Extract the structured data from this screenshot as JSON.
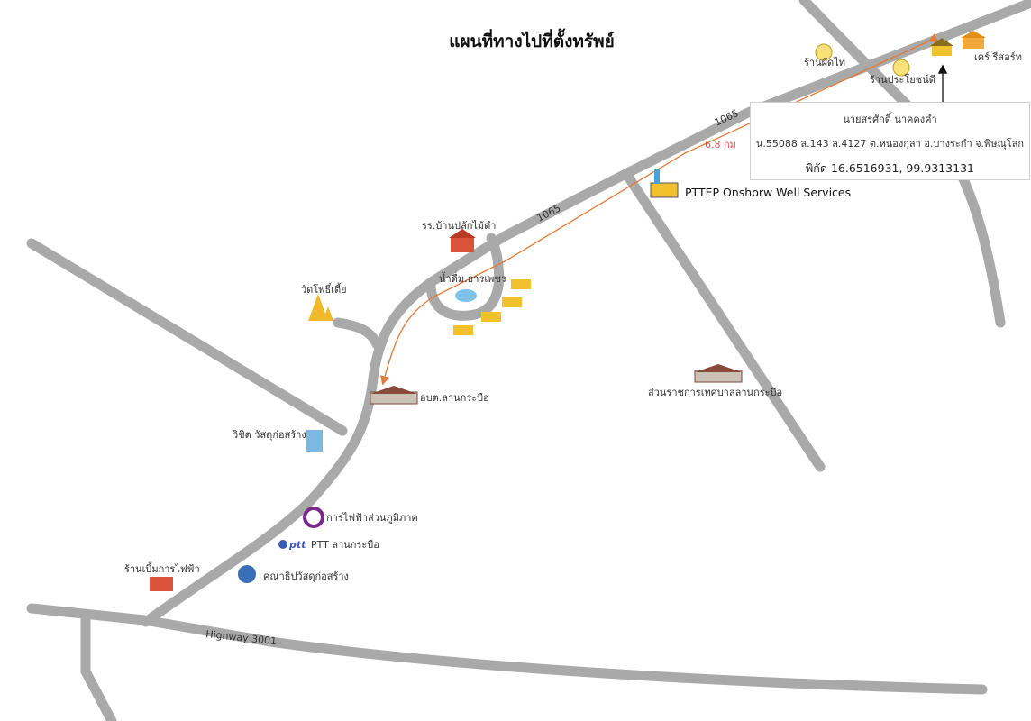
{
  "title": "แผนที่ทางไปที่ตั้งทรัพย์",
  "roads": {
    "r1065_a": "1065",
    "r1065_b": "1065",
    "highway": "Highway 3001"
  },
  "route": {
    "distance": "6.8 กม",
    "color": "#e07b39"
  },
  "colors": {
    "road": "#a9a9a9",
    "icon_yellow": "#f2c12e"
  },
  "property": {
    "owner": "นายสรศักดิ์ นาคคงคำ",
    "deed": "น.55088 ล.143 ล.4127 ต.หนองกุลา อ.บางระกำ จ.พิษณุโลก",
    "coord_label": "พิกัด",
    "coordinates": "16.6516931, 99.9313131"
  },
  "landmarks": {
    "padthai": "ร้านผัดไท",
    "prayot": "ร้านประโยชน์ดี",
    "resort": "เคร์ รีสอร์ท",
    "pttep": "PTTEP Onshorw Well Services",
    "school": "รร.บ้านปลักไม้ดำ",
    "water": "น้ำดื่ม.ธารเพชร",
    "temple": "วัดโพธิ์เตี้ย",
    "sao": "อบต.ลานกระบือ",
    "municipal": "ส่วนราชการเทศบาลลานกระบือ",
    "wichit": "วิชิต วัสดุก่อสร้าง",
    "pea": "การไฟฟ้าส่วนภูมิภาค",
    "ptt_logo": "ptt",
    "ptt": "PTT ลานกระบือ",
    "bem": "ร้านเบิ้มการไฟฟ้า",
    "kanathip": "คณาธิปวัสดุก่อสร้าง"
  }
}
